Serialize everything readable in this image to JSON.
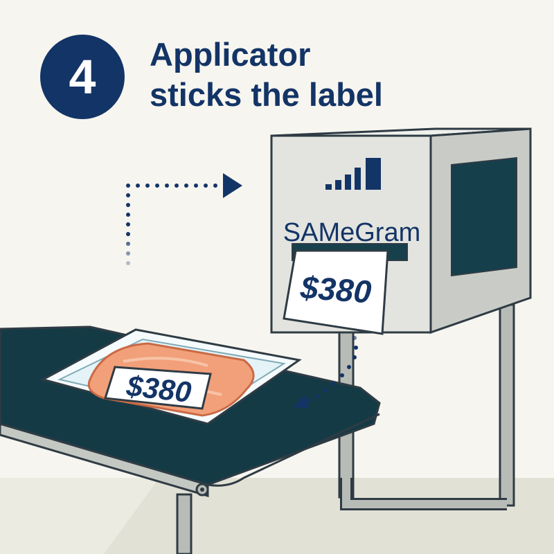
{
  "step": {
    "number": "4",
    "title_line1": "Applicator",
    "title_line2": "sticks the label"
  },
  "machine": {
    "brand": "SAMeGram",
    "icon": "signal-bars-icon"
  },
  "label": {
    "price": "$380"
  },
  "tray_label": {
    "price": "$380"
  },
  "colors": {
    "navy": "#133466",
    "belt": "#143b45",
    "machine_front": "#e3e4df",
    "machine_side": "#c9ccc6",
    "salmon": "#f2a07a",
    "background": "#f6f5ef"
  }
}
